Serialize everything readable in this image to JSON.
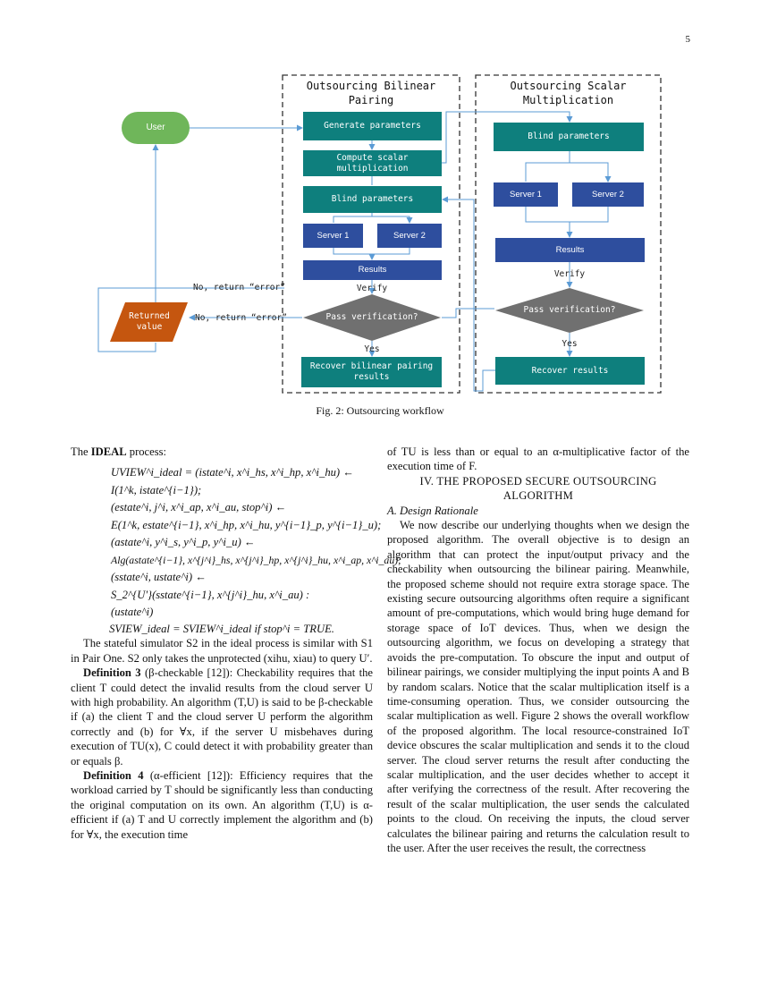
{
  "page_number": "5",
  "figure": {
    "group_left_title": [
      "Outsourcing Bilinear",
      "Pairing"
    ],
    "group_right_title": [
      "Outsourcing Scalar",
      "Multiplication"
    ],
    "user": "User",
    "returned": [
      "Returned",
      "value"
    ],
    "left_boxes": {
      "generate": "Generate parameters",
      "compute": [
        "Compute scalar",
        "multiplication"
      ],
      "blind": "Blind parameters",
      "server1": "Server 1",
      "server2": "Server 2",
      "results": "Results",
      "decision": "Pass verification?",
      "recover": [
        "Recover bilinear pairing",
        "results"
      ]
    },
    "right_boxes": {
      "blind": "Blind parameters",
      "server1": "Server 1",
      "server2": "Server 2",
      "results": "Results",
      "decision": "Pass verification?",
      "recover": "Recover results"
    },
    "labels": {
      "verify_left": "Verify",
      "verify_right": "Verify",
      "yes_left": "Yes",
      "yes_right": "Yes",
      "no_error_1": "No, return “error”",
      "no_error_2": "No, return “error”"
    },
    "colors": {
      "teal": "#0e7f7d",
      "blue": "#2e4e9e",
      "green": "#6fb65a",
      "orange": "#c5560f",
      "gray": "#707070",
      "line": "#5b9bd5"
    }
  },
  "caption": "Fig. 2: Outsourcing workflow",
  "left_column": {
    "ideal_label_pre": "The ",
    "ideal_label_bold": "IDEAL",
    "ideal_label_post": " process:",
    "equations": [
      "UVIEW^i_ideal = (istate^i, x^i_hs, x^i_hp, x^i_hu) ←",
      "I(1^k, istate^{i−1});",
      "(estate^i, j^i, x^i_ap, x^i_au, stop^i) ←",
      "E(1^k, estate^{i−1}, x^i_hp, x^i_hu, y^{i−1}_p, y^{i−1}_u);",
      "(astate^i, y^i_s, y^i_p, y^i_u) ←",
      "Alg(astate^{i−1}, x^{j^i}_hs, x^{j^i}_hp, x^{j^i}_hu, x^i_ap, x^i_au);",
      "(sstate^i, ustate^i) ←",
      "S_2^{U'}(sstate^{i−1}, x^{j^i}_hu, x^i_au) :",
      "(ustate^i)"
    ],
    "sview": "SVIEW_ideal = SVIEW^i_ideal if stop^i = TRUE.",
    "para1": "The stateful simulator S2 in the ideal process is similar with S1 in Pair One. S2 only takes the unprotected (xihu, xiau) to query U′.",
    "def3_title": "Definition 3",
    "def3_body": "(β-checkable [12]): Checkability requires that the client T could detect the invalid results from the cloud server U with high probability. An algorithm (T,U) is said to be β-checkable if (a) the client T and the cloud server U perform the algorithm correctly and (b) for ∀x, if the server U misbehaves during execution of TU(x), C could detect it with probability greater than or equals β.",
    "def4_title": "Definition 4",
    "def4_body": "(α-efficient [12]): Efficiency requires that the workload carried by T should be significantly less than conducting the original computation on its own. An algorithm (T,U) is α-efficient if (a) T and U correctly implement the algorithm and (b) for ∀x, the execution time"
  },
  "right_column": {
    "continuation": "of TU is less than or equal to an α-multiplicative factor of the execution time of F.",
    "section": "IV. THE PROPOSED SECURE OUTSOURCING ALGORITHM",
    "subsection": "A. Design Rationale",
    "body": "We now describe our underlying thoughts when we design the proposed algorithm. The overall objective is to design an algorithm that can protect the input/output privacy and the checkability when outsourcing the bilinear pairing. Meanwhile, the proposed scheme should not require extra storage space. The existing secure outsourcing algorithms often require a significant amount of pre-computations, which would bring huge demand for storage space of IoT devices. Thus, when we design the outsourcing algorithm, we focus on developing a strategy that avoids the pre-computation. To obscure the input and output of bilinear pairings, we consider multiplying the input points A and B by random scalars. Notice that the scalar multiplication itself is a time-consuming operation. Thus, we consider outsourcing the scalar multiplication as well. Figure 2 shows the overall workflow of the proposed algorithm. The local resource-constrained IoT device obscures the scalar multiplication and sends it to the cloud server. The cloud server returns the result after conducting the scalar multiplication, and the user decides whether to accept it after verifying the correctness of the result. After recovering the result of the scalar multiplication, the user sends the calculated points to the cloud. On receiving the inputs, the cloud server calculates the bilinear pairing and returns the calculation result to the user. After the user receives the result, the correctness"
  }
}
